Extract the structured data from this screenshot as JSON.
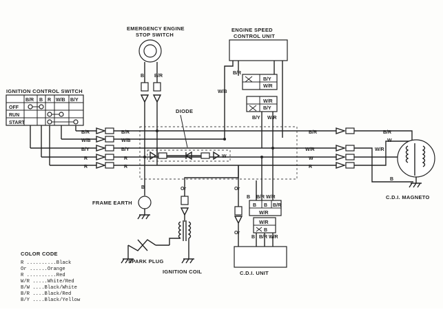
{
  "components": {
    "stop_switch": {
      "title_line1": "EMERGENCY ENGINE",
      "title_line2": "STOP SWITCH"
    },
    "speed_unit": {
      "title_line1": "ENGINE SPEED",
      "title_line2": "CONTROL UNIT"
    },
    "ignition_switch": {
      "title": "IGNITION CONTROL SWITCH",
      "columns": [
        "B/R",
        "B",
        "R",
        "W/B",
        "B/Y"
      ],
      "rows": [
        "OFF",
        "RUN",
        "START"
      ]
    },
    "diode": {
      "title": "DIODE"
    },
    "frame_earth": {
      "title": "FRAME EARTH"
    },
    "spark_plug": {
      "title": "SPARK PLUG"
    },
    "ignition_coil": {
      "title": "IGNITION COIL"
    },
    "cdi_unit": {
      "title": "C.D.I. UNIT"
    },
    "cdi_magneto": {
      "title": "C.D.I. MAGNETO"
    }
  },
  "wire_labels": {
    "B": "B",
    "BR": "B/R",
    "WB": "W/B",
    "BY": "B/Y",
    "R": "R",
    "WR": "W/R",
    "W": "W",
    "Or": "Or"
  },
  "color_code": {
    "title": "COLOR CODE",
    "entries": [
      {
        "code": "R",
        "dots": " ..........",
        "name": "Black"
      },
      {
        "code": "Or",
        "dots": " ......",
        "name": "Orange"
      },
      {
        "code": "R",
        "dots": " ..........",
        "name": "Red"
      },
      {
        "code": "W/R",
        "dots": " .....",
        "name": "White/Red"
      },
      {
        "code": "B/W",
        "dots": " ....",
        "name": "Black/White"
      },
      {
        "code": "B/R",
        "dots": " ....",
        "name": "Black/Red"
      },
      {
        "code": "B/Y",
        "dots": " ....",
        "name": "Black/Yellow"
      }
    ]
  }
}
